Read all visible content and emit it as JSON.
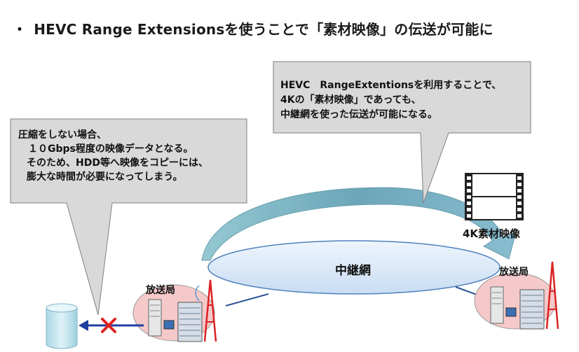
{
  "title": {
    "bullet": "・",
    "text": "HEVC Range Extensionsを使うことで「素材映像」の伝送が可能に"
  },
  "callout_left": {
    "lines": [
      "圧縮をしない場合、",
      "１０Gbps程度の映像データとなる。",
      "そのため、HDD等へ映像をコピーには、",
      "膨大な時間が必要になってしまう。"
    ]
  },
  "callout_right": {
    "lines": [
      "HEVC　RangeExtentionsを利用することで、",
      "4Kの「素材映像」であっても、",
      "中継網を使った伝送が可能になる。"
    ]
  },
  "network": {
    "label": "中継網"
  },
  "station_left": {
    "label": "放送局"
  },
  "station_right": {
    "label": "放送局"
  },
  "footage": {
    "label": "4K素材映像"
  },
  "colors": {
    "callout_fill": "#d9d9d9",
    "callout_stroke": "#7f7f7f",
    "ellipse_fill": "#dbe9f9",
    "ellipse_stroke": "#4f81bd",
    "arrow_fill": "#6fa8b8",
    "station_fill": "#f5c9c9",
    "blocked_arrow": "#1f3f9f",
    "blocked_mark": "#e02020",
    "storage_fill": "#bfe3ee"
  }
}
